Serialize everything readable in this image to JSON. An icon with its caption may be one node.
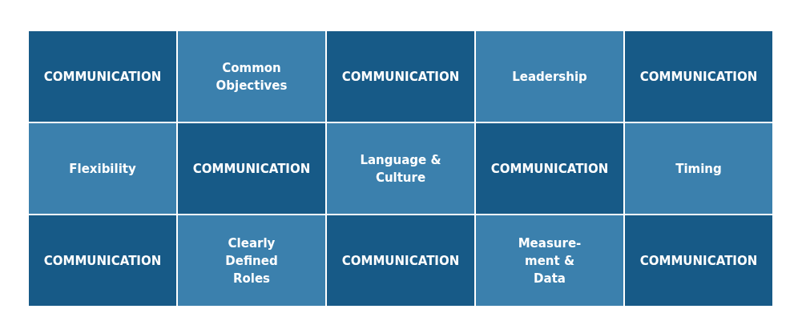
{
  "diagram": {
    "nodes": [
      {
        "text": [
          "COMMUNICATION"
        ]
      },
      {
        "text": [
          "Common Objectives"
        ]
      },
      {
        "text": [
          "COMMUNICATION"
        ]
      },
      {
        "text": [
          "Leadership"
        ]
      },
      {
        "text": [
          "COMMUNICATION"
        ]
      },
      {
        "text": [
          "Flexibility"
        ]
      },
      {
        "text": [
          "COMMUNICATION"
        ]
      },
      {
        "text": [
          "Language & Culture"
        ]
      },
      {
        "text": [
          "COMMUNICATION"
        ]
      },
      {
        "text": [
          "Timing"
        ]
      },
      {
        "text": [
          "COMMUNICATION"
        ]
      },
      {
        "text": [
          "Clearly Defined Roles"
        ]
      },
      {
        "text": [
          "COMMUNICATION"
        ]
      },
      {
        "text": [
          "Measure- ment & Data"
        ]
      },
      {
        "text": [
          "COMMUNICATION"
        ]
      }
    ]
  }
}
